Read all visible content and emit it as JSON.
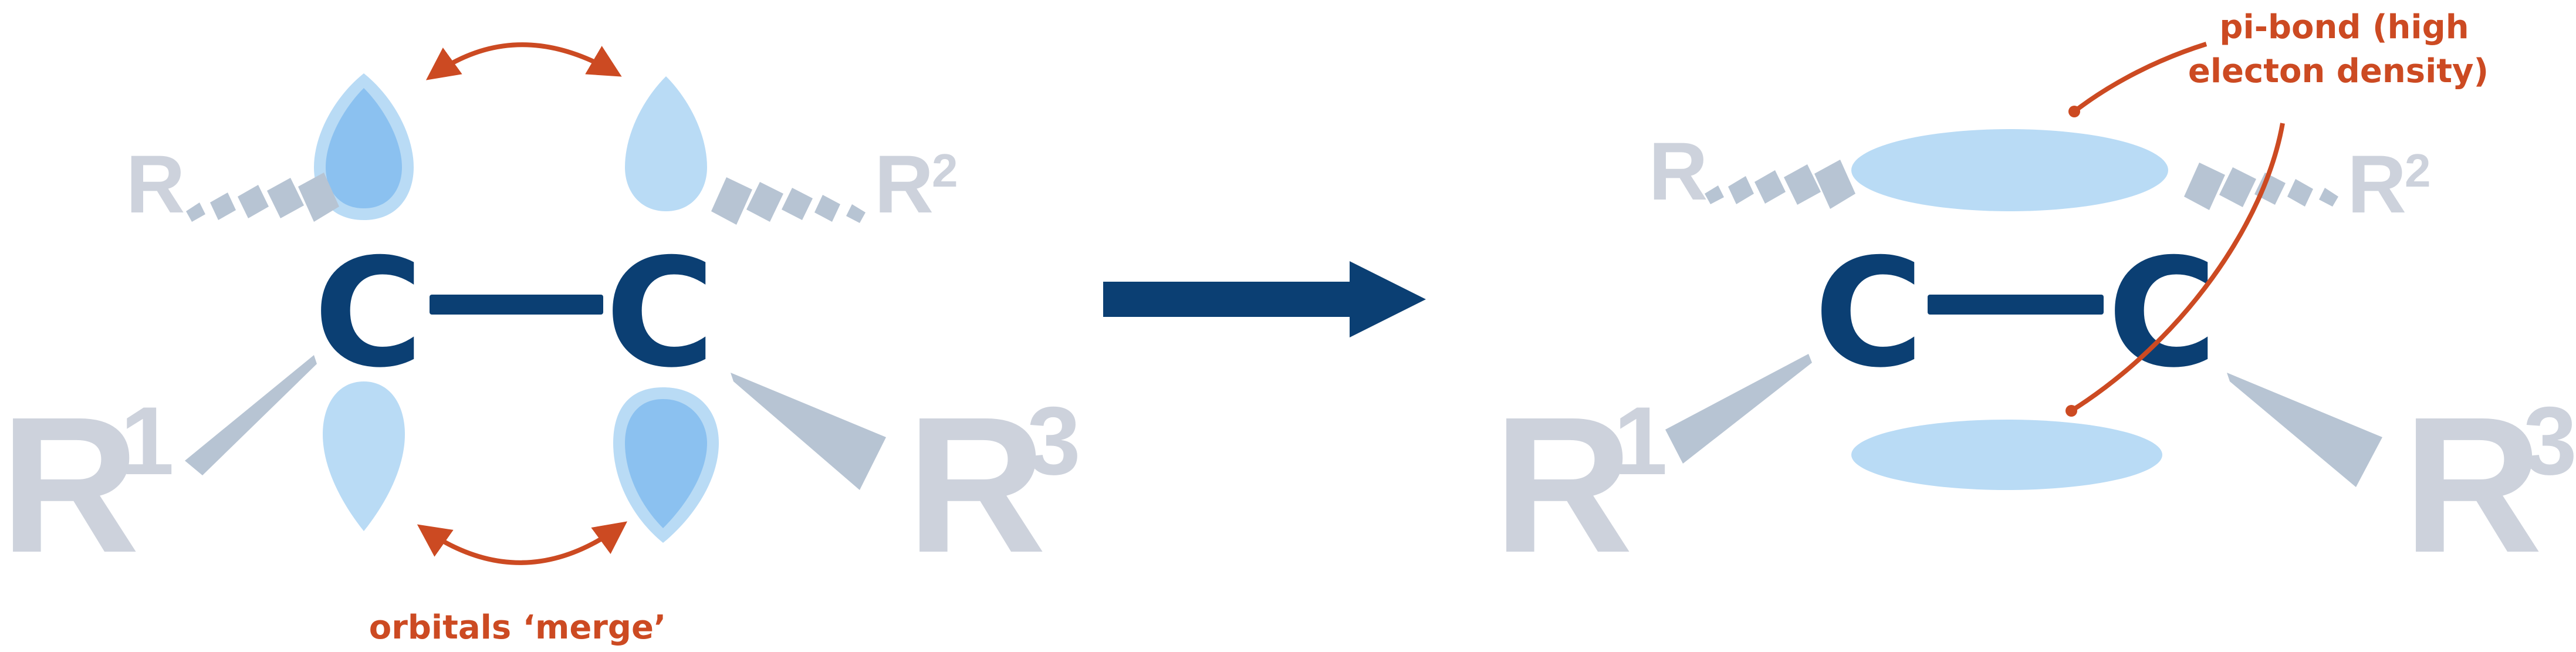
{
  "colors": {
    "carbon": "#0b3f73",
    "substituent": "#cdd2dc",
    "bond_hatch": "#b7c4d3",
    "orbital_light": "#b9dbf5",
    "orbital_dark": "#8bc1f0",
    "annotation": "#cc4a22",
    "arrow": "#0b3f73"
  },
  "left": {
    "carbon_1": "C",
    "carbon_2": "C",
    "sub_r": "R",
    "sub_r2_base": "R",
    "sub_r2_sup": "2",
    "sub_r1_base": "R",
    "sub_r1_sup": "1",
    "sub_r3_base": "R",
    "sub_r3_sup": "3",
    "note": "orbitals ‘merge’"
  },
  "right": {
    "carbon_1": "C",
    "carbon_2": "C",
    "sub_r": "R",
    "sub_r2_base": "R",
    "sub_r2_sup": "2",
    "sub_r1_base": "R",
    "sub_r1_sup": "1",
    "sub_r3_base": "R",
    "sub_r3_sup": "3",
    "note_line_1": "pi-bond (high",
    "note_line_2": "electon density)"
  },
  "icons": {
    "reaction_arrow": "arrow-right-icon",
    "merge_arrows": "curved-double-arrow-icon"
  }
}
